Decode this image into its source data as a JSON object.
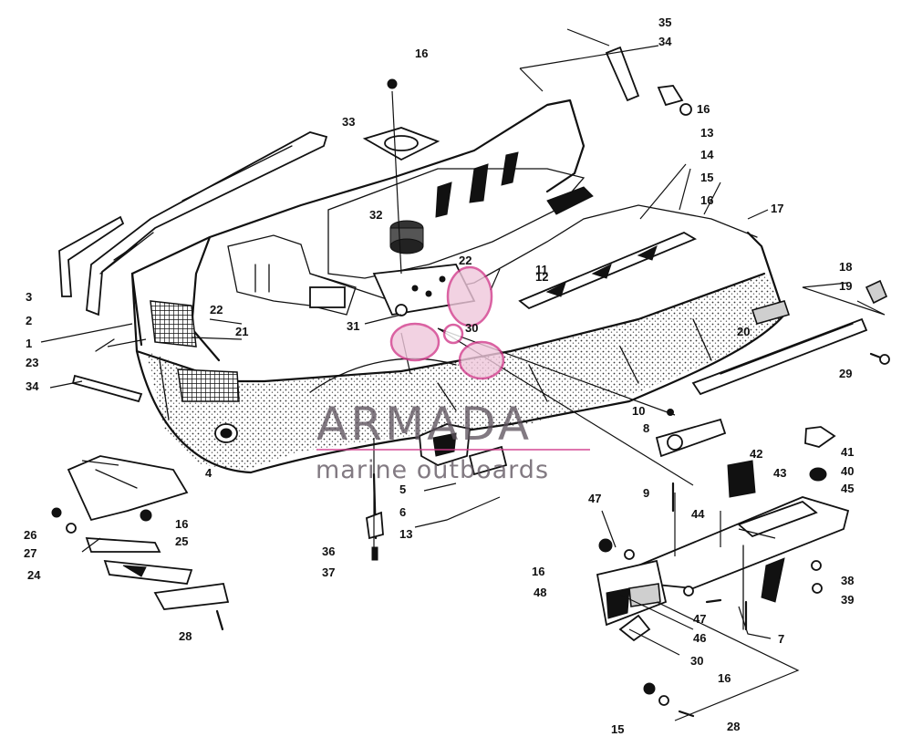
{
  "watermark": {
    "brand": "ARMADA",
    "tagline": "marine outboards",
    "colors": {
      "text": "#5f555f",
      "logo_outline": "#d23c8c",
      "logo_fill": "#f0c8dc"
    }
  },
  "callouts": [
    {
      "id": "c35a",
      "label": "35"
    },
    {
      "id": "c34a",
      "label": "34"
    },
    {
      "id": "c16a",
      "label": "16"
    },
    {
      "id": "c16b",
      "label": "16"
    },
    {
      "id": "c33",
      "label": "33"
    },
    {
      "id": "c13a",
      "label": "13"
    },
    {
      "id": "c14",
      "label": "14"
    },
    {
      "id": "c15a",
      "label": "15"
    },
    {
      "id": "c16c",
      "label": "16"
    },
    {
      "id": "c17",
      "label": "17"
    },
    {
      "id": "c32",
      "label": "32"
    },
    {
      "id": "c22a",
      "label": "22"
    },
    {
      "id": "c11",
      "label": "11"
    },
    {
      "id": "c12",
      "label": "12"
    },
    {
      "id": "c18",
      "label": "18"
    },
    {
      "id": "c19",
      "label": "19"
    },
    {
      "id": "c3",
      "label": "3"
    },
    {
      "id": "c2",
      "label": "2"
    },
    {
      "id": "c22b",
      "label": "22"
    },
    {
      "id": "c21",
      "label": "21"
    },
    {
      "id": "c31",
      "label": "31"
    },
    {
      "id": "c30a",
      "label": "30"
    },
    {
      "id": "c20",
      "label": "20"
    },
    {
      "id": "c1",
      "label": "1"
    },
    {
      "id": "c23",
      "label": "23"
    },
    {
      "id": "c29",
      "label": "29"
    },
    {
      "id": "c34b",
      "label": "34"
    },
    {
      "id": "c10",
      "label": "10"
    },
    {
      "id": "c8",
      "label": "8"
    },
    {
      "id": "c41",
      "label": "41"
    },
    {
      "id": "c4",
      "label": "4"
    },
    {
      "id": "c42",
      "label": "42"
    },
    {
      "id": "c40",
      "label": "40"
    },
    {
      "id": "c43",
      "label": "43"
    },
    {
      "id": "c45",
      "label": "45"
    },
    {
      "id": "c5",
      "label": "5"
    },
    {
      "id": "c6",
      "label": "6"
    },
    {
      "id": "c9",
      "label": "9"
    },
    {
      "id": "c13b",
      "label": "13"
    },
    {
      "id": "c47a",
      "label": "47"
    },
    {
      "id": "c44",
      "label": "44"
    },
    {
      "id": "c16d",
      "label": "16"
    },
    {
      "id": "c26",
      "label": "26"
    },
    {
      "id": "c25",
      "label": "25"
    },
    {
      "id": "c27",
      "label": "27"
    },
    {
      "id": "c24",
      "label": "24"
    },
    {
      "id": "c36",
      "label": "36"
    },
    {
      "id": "c37",
      "label": "37"
    },
    {
      "id": "c16e",
      "label": "16"
    },
    {
      "id": "c38",
      "label": "38"
    },
    {
      "id": "c39",
      "label": "39"
    },
    {
      "id": "c48",
      "label": "48"
    },
    {
      "id": "c47b",
      "label": "47"
    },
    {
      "id": "c46",
      "label": "46"
    },
    {
      "id": "c7",
      "label": "7"
    },
    {
      "id": "c28a",
      "label": "28"
    },
    {
      "id": "c30b",
      "label": "30"
    },
    {
      "id": "c16f",
      "label": "16"
    },
    {
      "id": "c15b",
      "label": "15"
    },
    {
      "id": "c28b",
      "label": "28"
    }
  ]
}
